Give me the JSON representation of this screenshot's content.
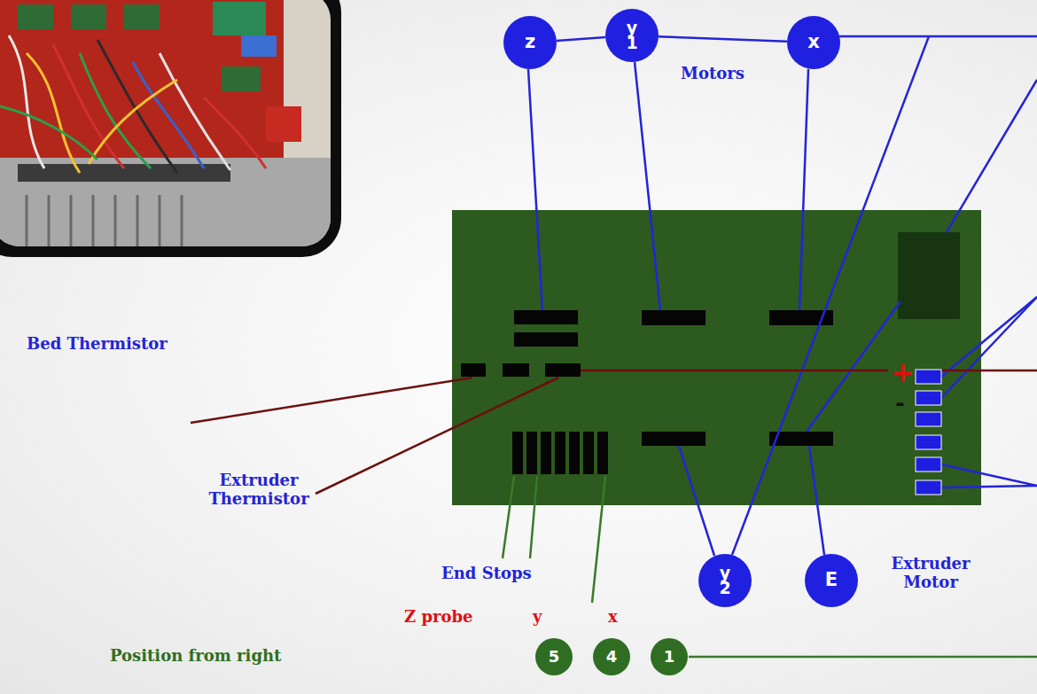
{
  "diagram": {
    "nodes": [
      {
        "text": [
          "z"
        ]
      },
      {
        "text": [
          "y 1"
        ]
      },
      {
        "text": [
          "x"
        ]
      },
      {
        "text": [
          "y 2"
        ]
      },
      {
        "text": [
          "E"
        ]
      },
      {
        "text": [
          "5"
        ]
      },
      {
        "text": [
          "4"
        ]
      },
      {
        "text": [
          "1"
        ]
      }
    ],
    "edges": [
      {
        "from": 0,
        "to": 1,
        "arrow": "none"
      },
      {
        "from": 1,
        "to": 2,
        "arrow": "none"
      }
    ],
    "labels": [
      "Motors",
      "Bed Thermistor",
      "Extruder Thermistor",
      "End Stops",
      "Z probe",
      "y",
      "x",
      "Position from right",
      "Extruder Motor",
      "+",
      "-"
    ]
  }
}
